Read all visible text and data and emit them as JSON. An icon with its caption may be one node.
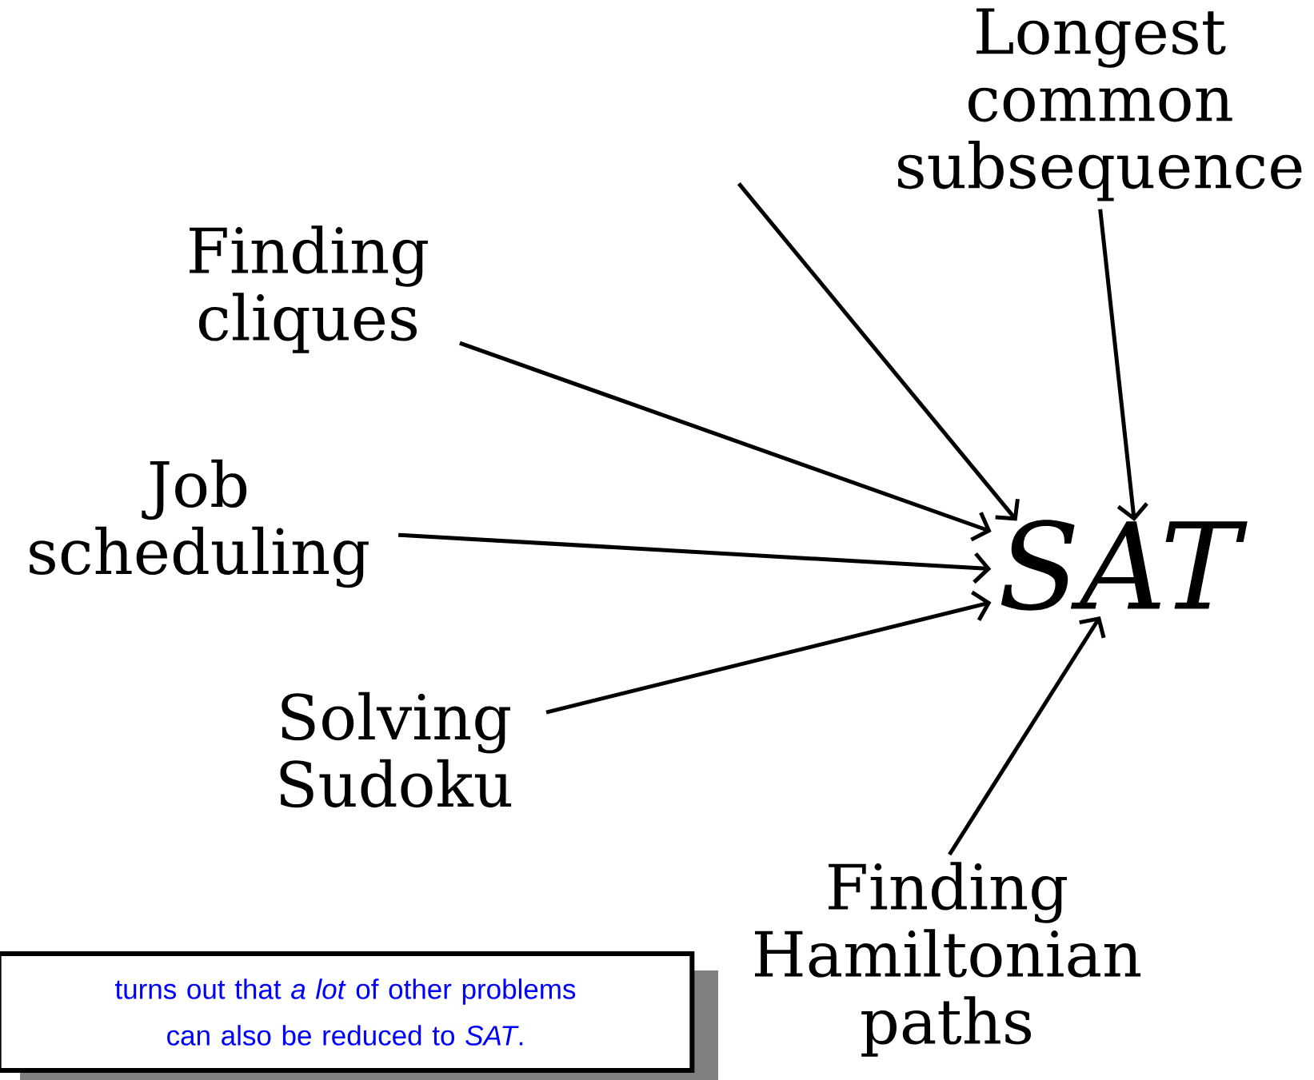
{
  "diagram": {
    "nodes": [
      {
        "text": [
          "Longest common subsequence"
        ]
      },
      {
        "text": [
          "Finding cliques"
        ]
      },
      {
        "text": [
          "Job scheduling"
        ]
      },
      {
        "text": [
          "Solving Sudoku"
        ]
      },
      {
        "text": [
          "Finding Hamiltonian paths"
        ]
      },
      {
        "text": [
          "SAT"
        ]
      },
      {
        "text": [
          "turns out that *a lot* of other problems can also be reduced to *SAT*."
        ]
      }
    ],
    "edges": [
      {
        "from": null,
        "to": 5,
        "arrow": "to"
      },
      {
        "from": 0,
        "to": 5,
        "arrow": "to"
      },
      {
        "from": 1,
        "to": 5,
        "arrow": "to"
      },
      {
        "from": 2,
        "to": 5,
        "arrow": "to"
      },
      {
        "from": 3,
        "to": 5,
        "arrow": "to"
      },
      {
        "from": 4,
        "to": 5,
        "arrow": "to"
      }
    ]
  }
}
